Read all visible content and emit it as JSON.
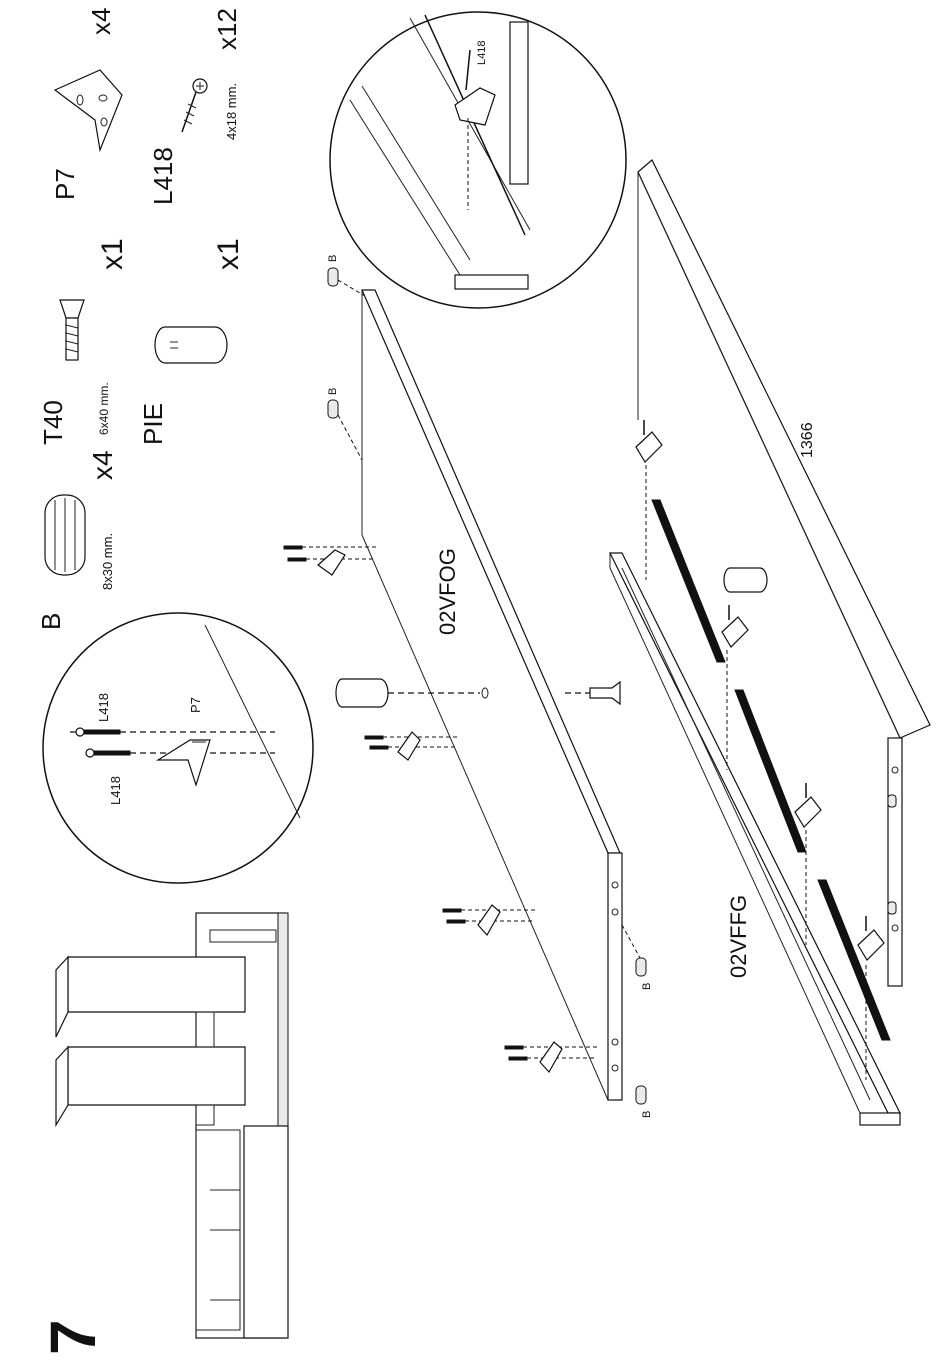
{
  "step": {
    "number": "7"
  },
  "hardware": [
    {
      "code": "B",
      "size": "8x30 mm.",
      "qty": ""
    },
    {
      "code": "T40",
      "size": "6x40 mm.",
      "qty": "x4"
    },
    {
      "code": "PIE",
      "size": "",
      "qty": "x1"
    },
    {
      "code": "P7",
      "size": "",
      "qty": "x4"
    },
    {
      "code": "L418",
      "size": "4x18 mm.",
      "qty": "x12"
    },
    {
      "code": "",
      "size": "",
      "qty": "x1"
    }
  ],
  "detail_left": {
    "screw_top": "L418",
    "screw_bottom": "L418",
    "bracket": "P7"
  },
  "detail_right": {
    "screw": "L418"
  },
  "panels": {
    "upper": "02VFOG",
    "lower": "02VFFG",
    "dimension": "1366"
  },
  "dowel_labels": [
    "B",
    "B",
    "B",
    "B"
  ]
}
